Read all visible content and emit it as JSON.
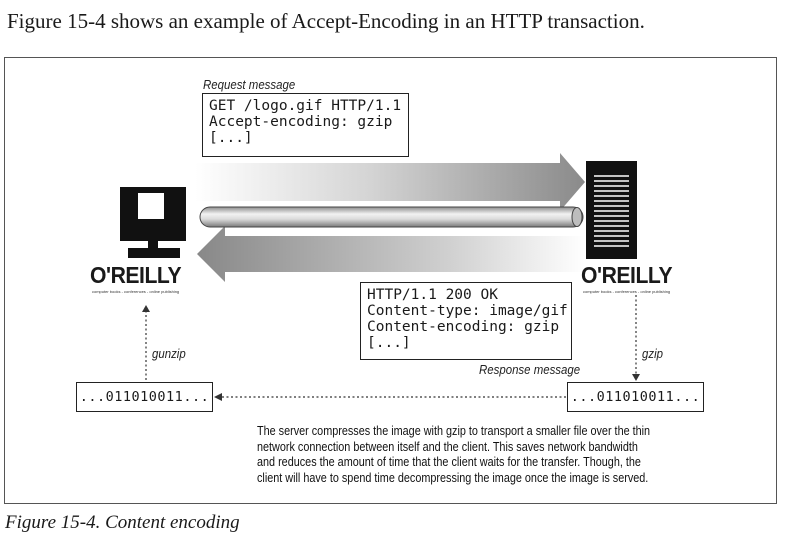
{
  "intro_text": "Figure 15-4 shows an example of Accept-Encoding in an HTTP transaction.",
  "request": {
    "label": "Request message",
    "lines": [
      "GET /logo.gif HTTP/1.1",
      "Accept-encoding: gzip",
      "[...]"
    ]
  },
  "response": {
    "label": "Response message",
    "lines": [
      "HTTP/1.1 200 OK",
      "Content-type: image/gif",
      "Content-encoding: gzip",
      "[...]"
    ]
  },
  "client": {
    "logo": "O'REILLY",
    "logo_tagline": "computer books - conferences - online publishing",
    "process_label": "gunzip",
    "data": "...011010011..."
  },
  "server": {
    "logo": "O'REILLY",
    "logo_tagline": "computer books - conferences - online publishing",
    "process_label": "gzip",
    "data": "...011010011..."
  },
  "description": [
    "The server compresses the image with gzip to transport a smaller file over the thin",
    "network connection between itself and the client. This saves network bandwidth",
    "and reduces the amount of time that the client waits for the transfer. Though, the",
    "client will have to spend time decompressing the image once the image is served."
  ],
  "caption": "Figure 15-4. Content encoding"
}
